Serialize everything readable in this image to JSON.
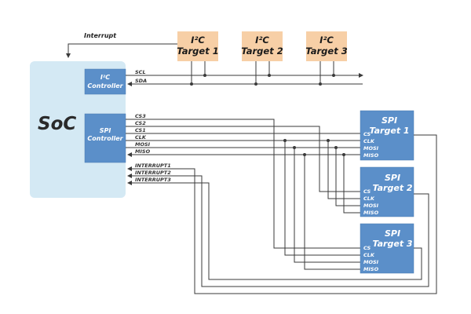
{
  "soc": {
    "label": "SoC"
  },
  "interrupt_label": "Interrupt",
  "i2c_controller": {
    "line1": "I²C",
    "line2": "Controller"
  },
  "spi_controller": {
    "line1": "SPI",
    "line2": "Controller"
  },
  "i2c_signals": [
    "SCL",
    "SDA"
  ],
  "spi_signals": [
    "CS3",
    "CS2",
    "CS1",
    "CLK",
    "MOSI",
    "MISO"
  ],
  "interrupt_signals": [
    "INTERRUPT1",
    "INTERRUPT2",
    "INTERRUPT3"
  ],
  "i2c_targets": [
    {
      "line1": "I²C",
      "line2": "Target 1"
    },
    {
      "line1": "I²C",
      "line2": "Target 2"
    },
    {
      "line1": "I²C",
      "line2": "Target 3"
    }
  ],
  "spi_targets": [
    {
      "line1": "SPI",
      "line2": "Target 1"
    },
    {
      "line1": "SPI",
      "line2": "Target 2"
    },
    {
      "line1": "SPI",
      "line2": "Target 3"
    }
  ],
  "spi_target_pins": [
    "CS",
    "CLK",
    "MOSI",
    "MISO"
  ],
  "colors": {
    "soc_fill": "#d4e9f4",
    "controller_fill": "#5b8fc9",
    "i2c_target_fill": "#f7cfa6",
    "line": "#3a3a3a"
  }
}
